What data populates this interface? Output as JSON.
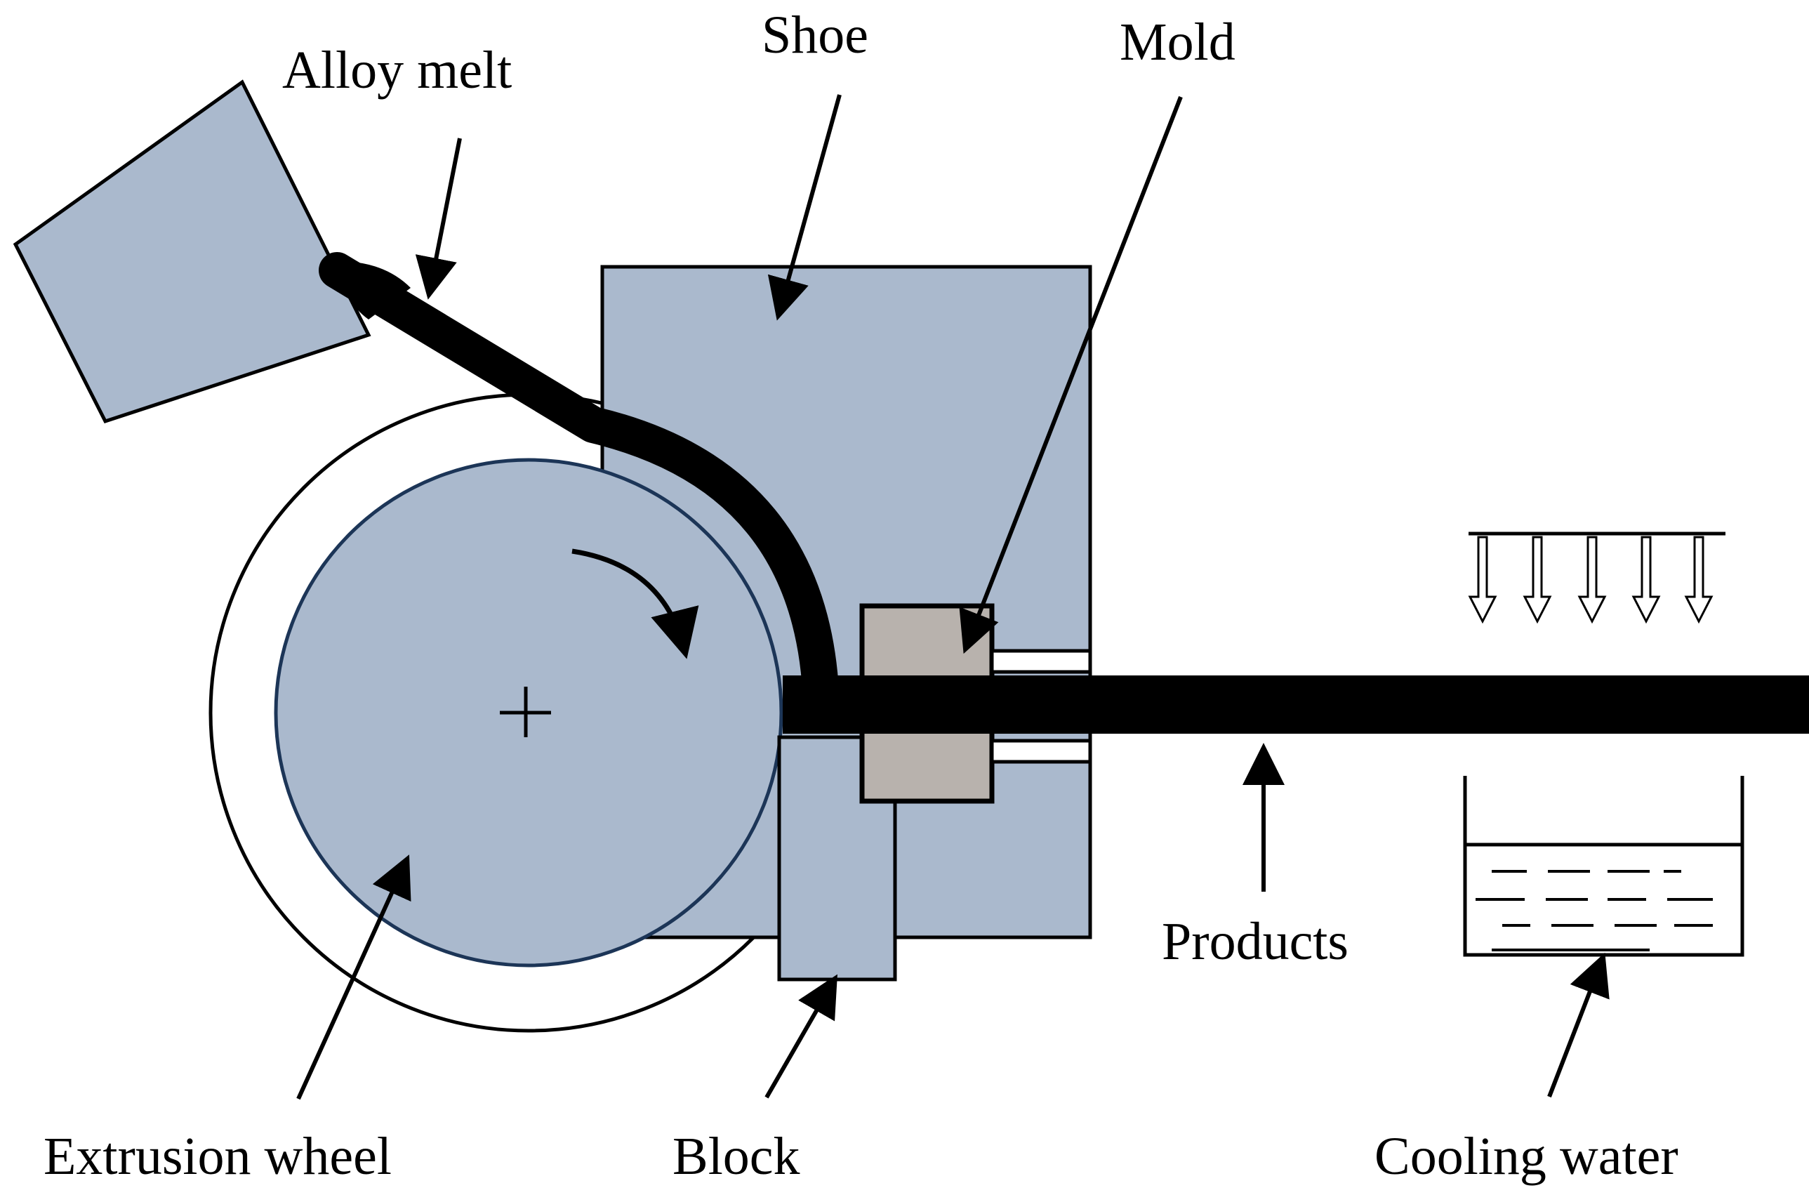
{
  "labels": {
    "alloy_melt": "Alloy melt",
    "shoe": "Shoe",
    "mold": "Mold",
    "extrusion_wheel": "Extrusion wheel",
    "block": "Block",
    "products": "Products",
    "cooling_water": "Cooling water"
  },
  "colors": {
    "part_fill": "#aab9cd",
    "mold_fill": "#b8b2ad",
    "wheel_border": "#1c3557",
    "line": "#000000",
    "background": "#ffffff"
  }
}
